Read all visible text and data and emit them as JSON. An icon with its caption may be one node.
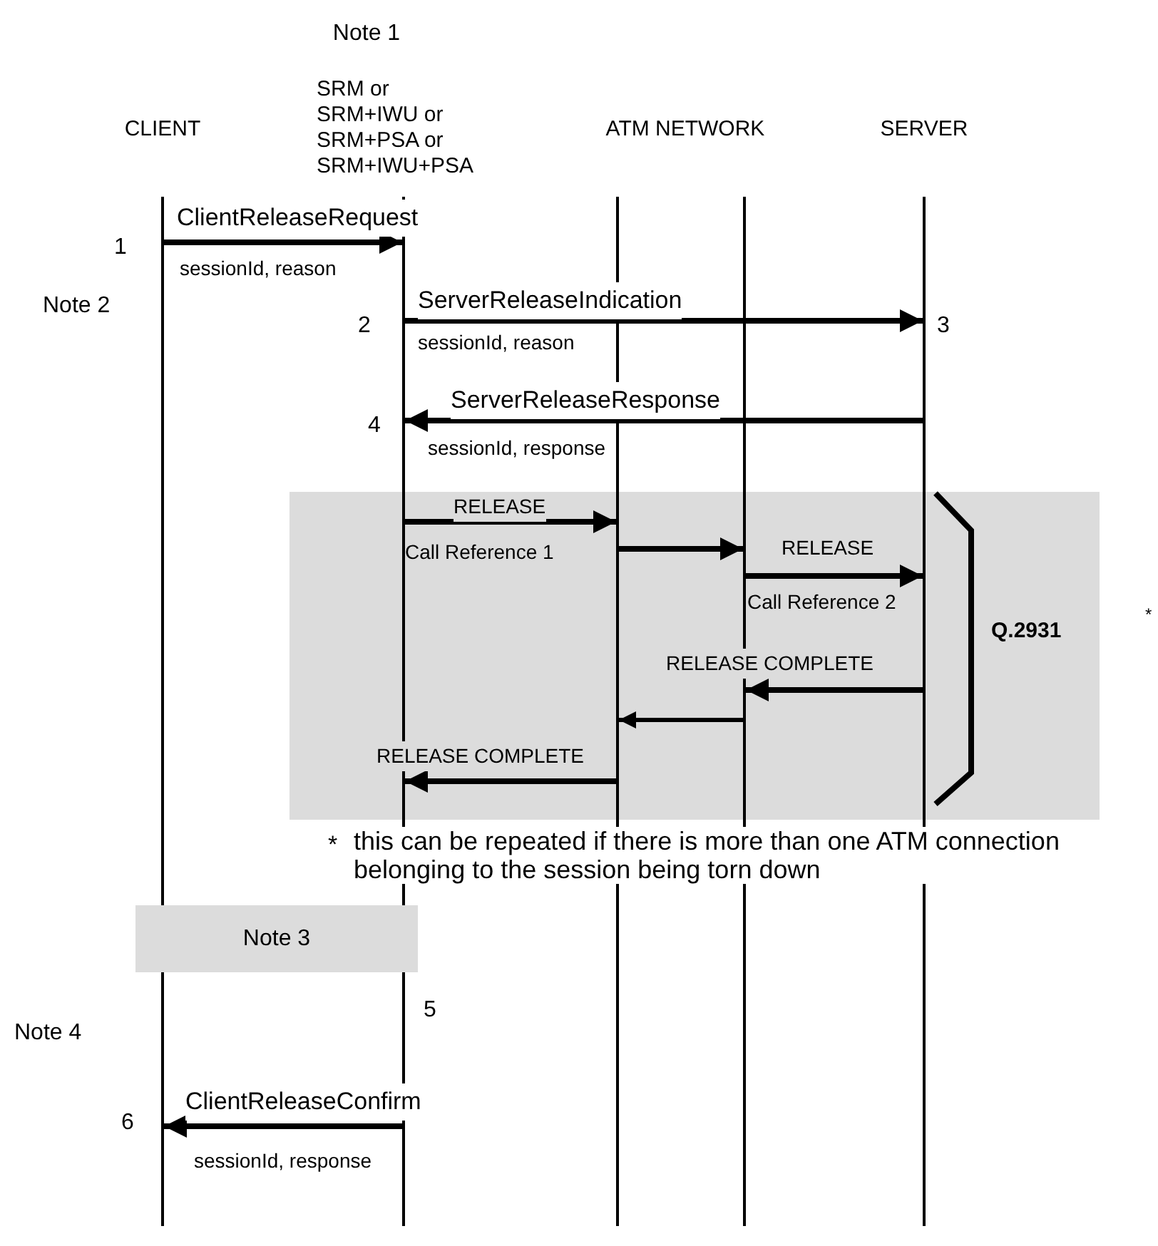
{
  "diagram": {
    "nodes": [
      {
        "text": [
          "CLIENT"
        ]
      },
      {
        "text": [
          "Note 1",
          "SRM or SRM+IWU or SRM+PSA or SRM+IWU+PSA"
        ]
      },
      {
        "text": [
          "ATM NETWORK"
        ]
      },
      {
        "text": [],
        "shape": "bar"
      },
      {
        "text": [
          "SERVER"
        ]
      },
      {
        "text": [
          "Note 3"
        ]
      }
    ],
    "edges": [
      {
        "from": 0,
        "to": 1,
        "arrow": "to",
        "label": "ClientReleaseRequest"
      },
      {
        "from": 1,
        "to": 4,
        "arrow": "to",
        "label": "ServerReleaseIndication"
      },
      {
        "from": 4,
        "to": 1,
        "arrow": "to",
        "label": "ServerReleaseResponse"
      },
      {
        "from": 1,
        "to": 2,
        "arrow": "to",
        "label": "RELEASE"
      },
      {
        "from": 2,
        "to": 3,
        "arrow": "to"
      },
      {
        "from": 3,
        "to": 4,
        "arrow": "to",
        "label": "RELEASE"
      },
      {
        "from": 4,
        "to": 3,
        "arrow": "to",
        "label": "RELEASE COMPLETE"
      },
      {
        "from": 3,
        "to": 2,
        "arrow": "to"
      },
      {
        "from": 2,
        "to": 1,
        "arrow": "to",
        "label": "RELEASE COMPLETE"
      },
      {
        "from": 1,
        "to": 0,
        "arrow": "to",
        "label": "ClientReleaseConfirm"
      }
    ],
    "labels": [
      "1",
      "sessionId, reason",
      "Note 2",
      "2",
      "sessionId, reason",
      "3",
      "4",
      "sessionId, response",
      "Call Reference 1",
      "Call Reference 2",
      "Q.2931",
      "*",
      "*",
      "this can be repeated if there is more than one ATM connection belonging to the session being torn down",
      "5",
      "Note 4",
      "6",
      "sessionId, response"
    ]
  }
}
